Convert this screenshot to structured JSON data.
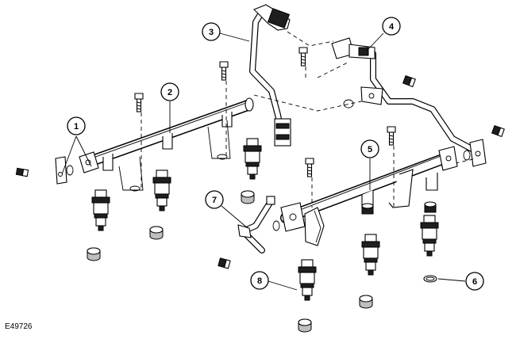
{
  "figure": {
    "id": "E49726"
  },
  "callouts": [
    {
      "label": "1"
    },
    {
      "label": "2"
    },
    {
      "label": "3"
    },
    {
      "label": "4"
    },
    {
      "label": "5"
    },
    {
      "label": "6"
    },
    {
      "label": "7"
    },
    {
      "label": "8"
    }
  ]
}
